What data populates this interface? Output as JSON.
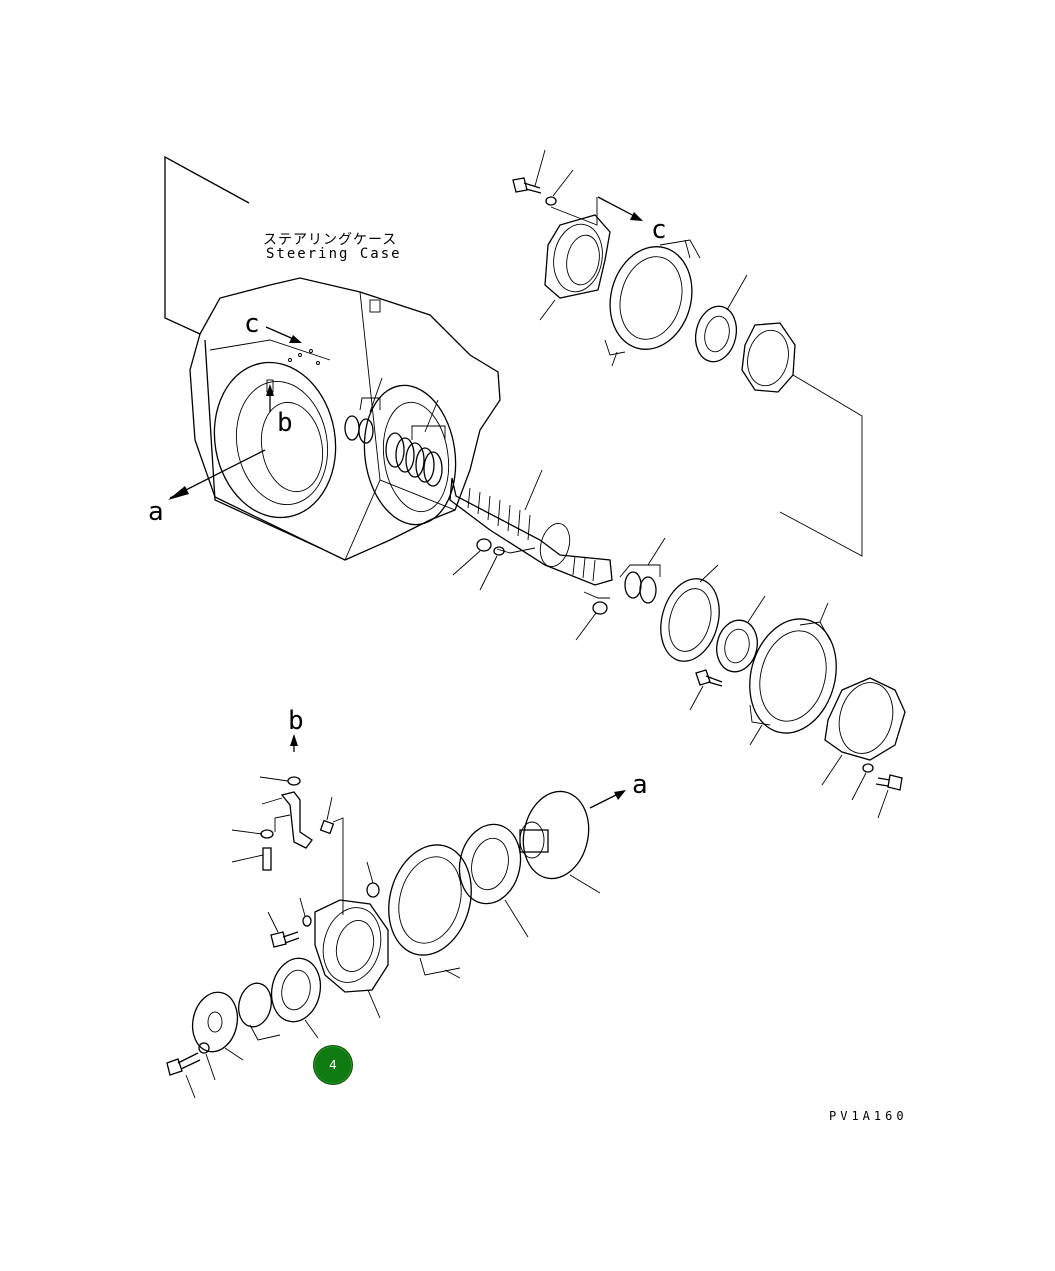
{
  "header": {
    "title_jp": "ステアリングケース",
    "title_en": "Steering Case"
  },
  "callouts": {
    "a_left": "a",
    "a_right": "a",
    "b_upper": "b",
    "b_lower": "b",
    "c_upper": "c",
    "c_case": "c"
  },
  "footer": {
    "drawing_code": "PV1A160"
  },
  "page_badge": {
    "number": "4",
    "color": "#0f7a0f"
  },
  "colors": {
    "line": "#000000",
    "background": "#ffffff"
  }
}
